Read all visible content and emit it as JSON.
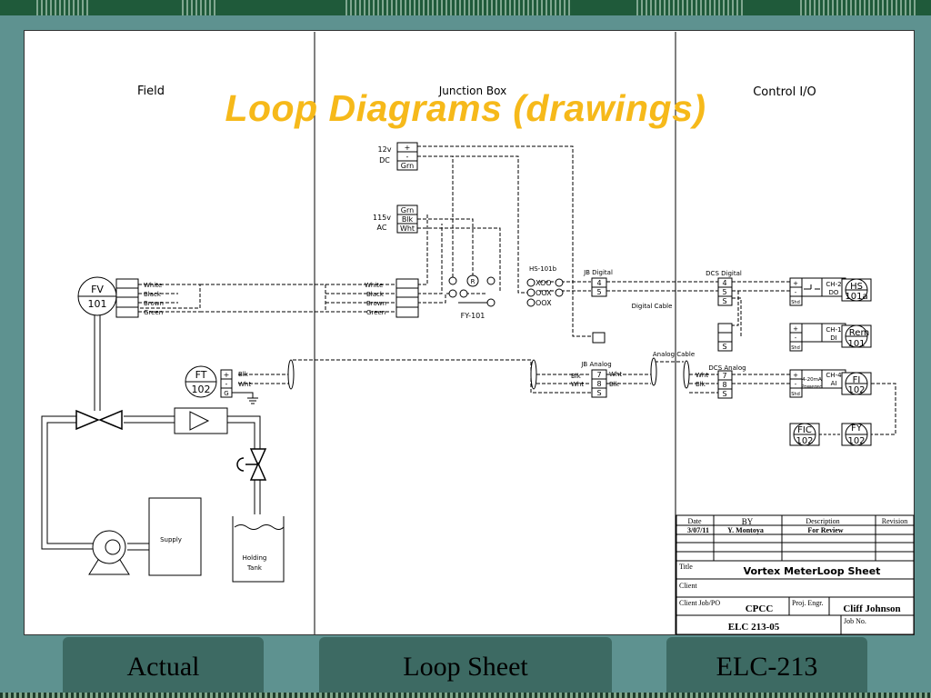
{
  "slide_title": "Loop Diagrams (drawings)",
  "sections": {
    "field": "Field",
    "junction_box": "Junction Box",
    "control_io": "Control I/O"
  },
  "power": {
    "dc_voltage": "12v",
    "dc_type": "DC",
    "dc_terminals": [
      "+",
      "-",
      "Grn"
    ],
    "ac_voltage": "115v",
    "ac_type": "AC",
    "ac_terminals": [
      "Grn",
      "Blk",
      "Wht"
    ]
  },
  "wires": {
    "white": "White",
    "black": "Black",
    "brown": "Brown",
    "green": "Green",
    "blk": "Blk",
    "wht": "Wht"
  },
  "instruments": {
    "fv": [
      "FV",
      "101"
    ],
    "ft": [
      "FT",
      "102"
    ],
    "hs": [
      "HS",
      "101a"
    ],
    "rem": [
      "Rem",
      "101"
    ],
    "fi": [
      "FI",
      "102"
    ],
    "fic": [
      "FIC",
      "102"
    ],
    "fy": [
      "FY",
      "102"
    ]
  },
  "ft_terminals": [
    "+",
    "-",
    "G"
  ],
  "relay": {
    "tag": "FY-101",
    "coil": "R"
  },
  "switch": {
    "tag": "HS-101b",
    "positions": [
      "XOO",
      "OOX",
      "OOX"
    ]
  },
  "jb_digital": {
    "label": "JB Digital",
    "terminals": [
      "4",
      "5"
    ]
  },
  "dcs_digital": {
    "label": "DCS Digital",
    "terminals": [
      "4",
      "5",
      "S"
    ]
  },
  "digital_cable": "Digital Cable",
  "analog_cable": "Analog Cable",
  "jb_analog": {
    "label": "JB Analog",
    "terminals": [
      "7",
      "8",
      "S"
    ]
  },
  "dcs_analog": {
    "label": "DCS Analog",
    "terminals": [
      "7",
      "8",
      "S"
    ]
  },
  "io_cards": {
    "ch2": {
      "channel": "CH-2",
      "type": "DO"
    },
    "ch1": {
      "channel": "CH-1",
      "type": "DI"
    },
    "ch4": {
      "channel": "CH-4",
      "type": "AI",
      "note1": "4-20mA",
      "note2": "Powered"
    }
  },
  "io_terminals": [
    "+",
    "-",
    "Shd"
  ],
  "io_s": "S",
  "process": {
    "supply": "Supply",
    "tank_line1": "Holding",
    "tank_line2": "Tank"
  },
  "title_block": {
    "headers": {
      "date": "Date",
      "by": "BY",
      "description": "Description",
      "revision": "Revision"
    },
    "row": {
      "date": "3/07/11",
      "by": "Y. Montoya",
      "description": "For Review"
    },
    "title_label": "Title",
    "title_value": "Vortex MeterLoop Sheet",
    "client_label": "Client",
    "job_label": "Client Job/PO",
    "job_value": "CPCC",
    "engr_label": "Proj. Engr.",
    "engr_value": "Cliff Johnson",
    "drawing_no": "ELC 213-05",
    "job_no_label": "Job No."
  },
  "tabs": [
    "Actual",
    "Loop Sheet",
    "ELC-213"
  ]
}
